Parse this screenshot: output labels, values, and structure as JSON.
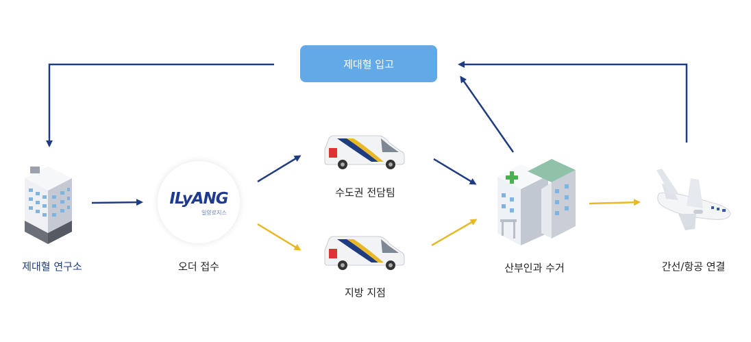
{
  "top_node": {
    "label": "제대혈 입고"
  },
  "nodes": {
    "research": {
      "label": "제대혈 연구소"
    },
    "order": {
      "label": "오더 접수",
      "logo_text": "ILyANG",
      "logo_sub": "일양로지스"
    },
    "metro_team": {
      "label": "수도권 전담팀"
    },
    "regional": {
      "label": "지방 지점"
    },
    "hospital": {
      "label": "산부인과 수거"
    },
    "air": {
      "label": "간선/항공 연결"
    }
  },
  "colors": {
    "arrow_blue": "#1f3b82",
    "arrow_yellow": "#e9b826",
    "top_box": "#62a9e8"
  }
}
